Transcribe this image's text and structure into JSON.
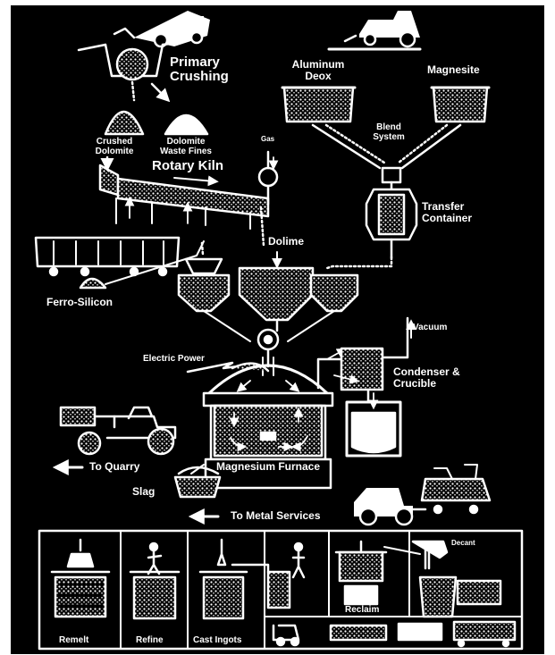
{
  "labels": {
    "primary_crushing": "Primary Crushing",
    "aluminum_deox": "Aluminum Deox",
    "magnesite": "Magnesite",
    "blend_system": "Blend System",
    "crushed_dolomite": "Crushed Dolomite",
    "dolomite_waste_fines": "Dolomite Waste Fines",
    "gas": "Gas",
    "rotary_kiln": "Rotary Kiln",
    "transfer_container": "Transfer Container",
    "dolime": "Dolime",
    "ferro_silicon": "Ferro-Silicon",
    "vacuum": "Vacuum",
    "electric_power": "Electric Power",
    "condenser_crucible": "Condenser & Crucible",
    "to_quarry": "To Quarry",
    "magnesium_furnace": "Magnesium Furnace",
    "slag": "Slag",
    "to_metal_services": "To Metal Services",
    "decant": "Decant",
    "reclaim": "Reclaim",
    "remelt": "Remelt",
    "refine": "Refine",
    "cast_ingots": "Cast Ingots"
  },
  "colors": {
    "background": "#000000",
    "line": "#ffffff",
    "page": "#ffffff"
  }
}
